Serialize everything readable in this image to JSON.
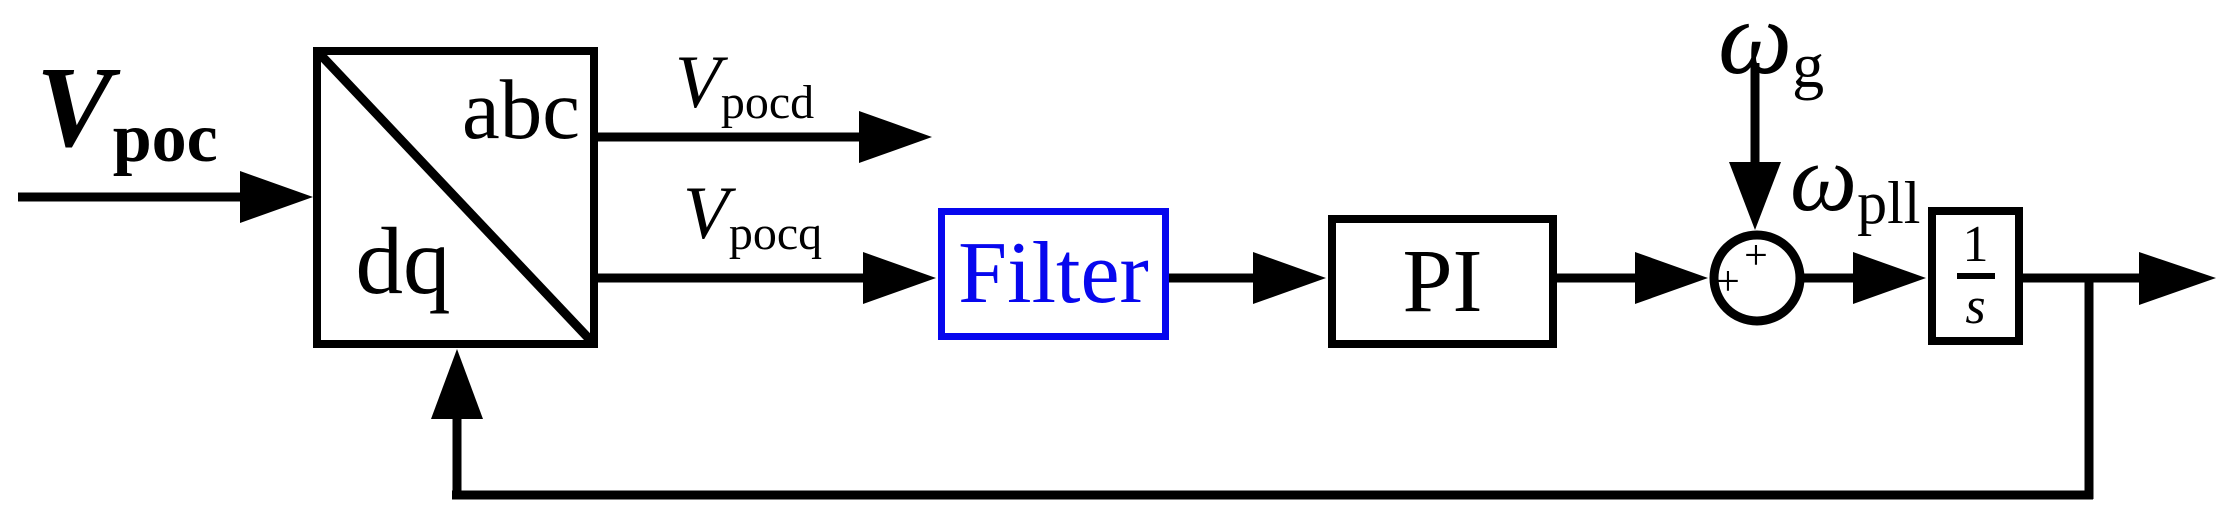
{
  "diagram_type": "PLL control block diagram",
  "labels": {
    "v_poc": {
      "main": "V",
      "sub": "poc"
    },
    "v_pocd": {
      "main": "V",
      "sub": "pocd"
    },
    "v_pocq": {
      "main": "V",
      "sub": "pocq"
    },
    "omega_g": {
      "main": "ω",
      "sub": "g"
    },
    "omega_pll": {
      "main": "ω",
      "sub": "pll"
    }
  },
  "blocks": {
    "transform": {
      "top_label": "abc",
      "bottom_label": "dq"
    },
    "filter": {
      "label": "Filter"
    },
    "pi": {
      "label": "PI"
    },
    "integrator": {
      "numerator": "1",
      "denominator": "s"
    }
  },
  "summing_junction": {
    "sign_top": "+",
    "sign_left": "+"
  },
  "colors": {
    "line": "#000000",
    "filter_accent": "#0707ee",
    "background": "#ffffff"
  }
}
